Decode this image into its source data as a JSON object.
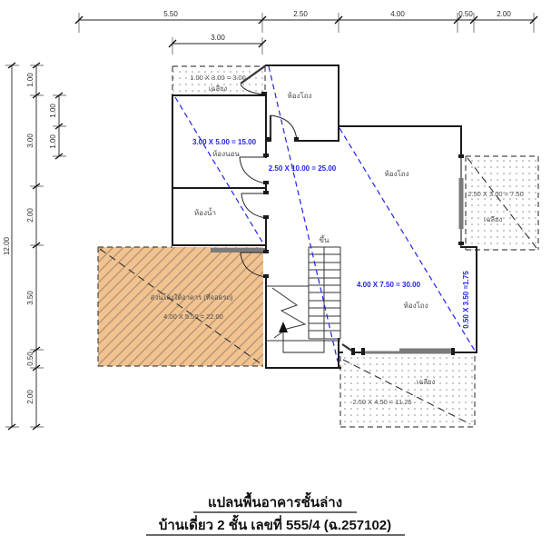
{
  "colors": {
    "accent_blue": "#2222ee",
    "wall": "#1a1a1a",
    "label": "#4a4a4a",
    "parking_fill": "#f2c28f",
    "hatch_line": "#af9478"
  },
  "dims": {
    "top_outer": [
      "5.50",
      "2.50",
      "4.00",
      "0.50",
      "2.00"
    ],
    "top_inner": "3.00",
    "left_outer": "12.00",
    "left_inner": [
      "1.00",
      "3.00",
      "2.00",
      "3.50",
      "0.50",
      "2.00"
    ],
    "left_inner2": [
      "1.00",
      "1.00"
    ]
  },
  "labels": {
    "porch_tl_area": "1.00 X 3.00 = 3.00",
    "porch_tl": "เฉลียง",
    "entry_hall": "ห้องโถง",
    "bedroom_area": "3.00 X 5.00 = 15.00",
    "bedroom": "ห้องนอน",
    "bathroom": "ห้องน้ำ",
    "corridor_area": "2.50 X 10.00 = 25.00",
    "hall_right_top": "ห้องโถง",
    "hall_right_bottom": "ห้องโถง",
    "hall_area": "4.00 X 7.50 = 30.00",
    "right_strip_area": "0.50 X 3.50 =1.75",
    "porch_right_area": "2.50 X 3.00 = 7.50",
    "porch_right": "เฉลียง",
    "porch_bottom": "เฉลียง",
    "porch_bottom_area": "2.50 X 4.50 = 11.25",
    "parking": "ส่วนโล่งใต้อาคาร (ที่จอดรถ)",
    "parking_area": "4.00 X 5.50 = 22.00",
    "stairs_up": "ขึ้น"
  },
  "title": {
    "line1": "แปลนพื้นอาคารชั้นล่าง",
    "line2": "บ้านเดี่ยว 2 ชั้น  เลขที่ 555/4 (ฉ.257102)"
  }
}
